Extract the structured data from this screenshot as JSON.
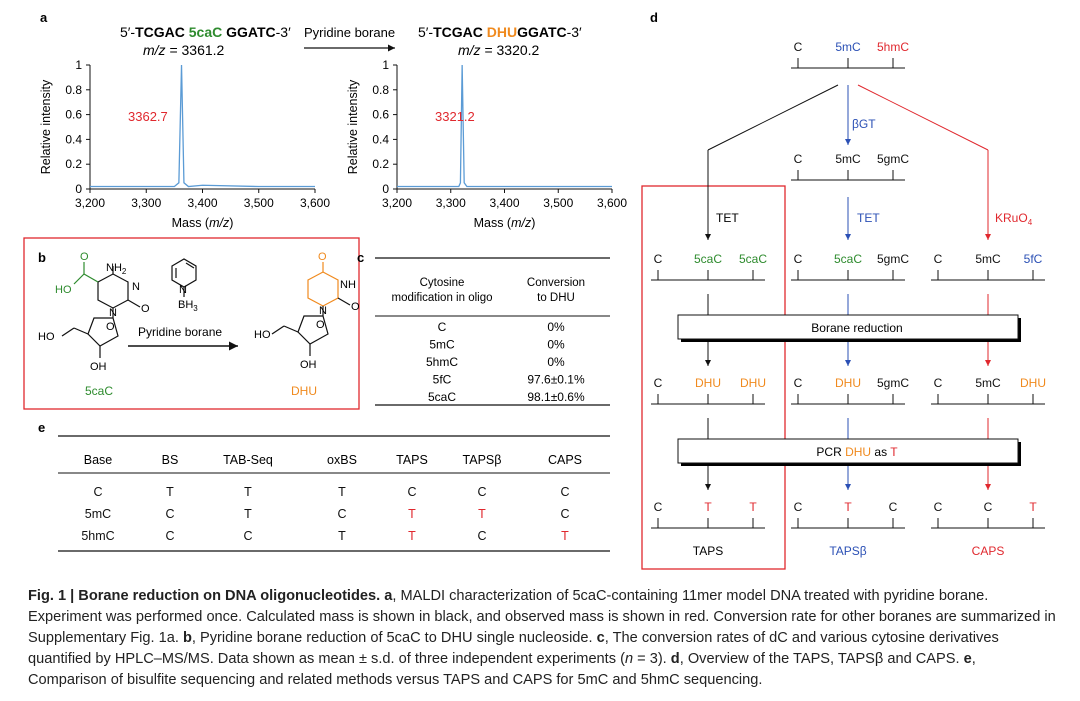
{
  "panel_a": {
    "label": "a",
    "left_seq": {
      "prefix": "5′-",
      "before": "TCGAC ",
      "highlight": "5caC",
      "after": " GGATC",
      "suffix": "-3′"
    },
    "left_mz_label": "m/z",
    "left_mz_value": " = 3361.2",
    "arrow_label": "Pyridine borane",
    "right_seq": {
      "prefix": "5′-",
      "before": "TCGAC ",
      "highlight": "DHU",
      "after": "GGATC",
      "suffix": "-3′"
    },
    "right_mz_label": "m/z",
    "right_mz_value": " = 3320.2",
    "colors": {
      "green": "#2e8b2e",
      "orange": "#f08a1e",
      "red": "#e0282e",
      "blue": "#2b50b5",
      "trace": "#5b9bd5"
    }
  },
  "chart_data": [
    {
      "type": "line",
      "xlabel": "Mass (m/z)",
      "ylabel": "Relative intensity",
      "xlim": [
        3200,
        3600
      ],
      "ylim": [
        0,
        1
      ],
      "xticks": [
        "3,200",
        "3,300",
        "3,400",
        "3,500",
        "3,600"
      ],
      "yticks": [
        "0",
        "0.2",
        "0.4",
        "0.6",
        "0.8",
        "1"
      ],
      "annotation": "3362.7",
      "series": [
        {
          "x": [
            3200,
            3300,
            3350,
            3358,
            3362.7,
            3367,
            3375,
            3400,
            3500,
            3600
          ],
          "y": [
            0.02,
            0.02,
            0.02,
            0.05,
            1.0,
            0.05,
            0.02,
            0.03,
            0.02,
            0.02
          ]
        }
      ]
    },
    {
      "type": "line",
      "xlabel": "Mass (m/z)",
      "ylabel": "Relative intensity",
      "xlim": [
        3200,
        3600
      ],
      "ylim": [
        0,
        1
      ],
      "xticks": [
        "3,200",
        "3,300",
        "3,400",
        "3,500",
        "3,600"
      ],
      "yticks": [
        "0",
        "0.2",
        "0.4",
        "0.6",
        "0.8",
        "1"
      ],
      "annotation": "3321.2",
      "series": [
        {
          "x": [
            3200,
            3300,
            3315,
            3318,
            3321.2,
            3325,
            3330,
            3400,
            3500,
            3600
          ],
          "y": [
            0.02,
            0.02,
            0.02,
            0.05,
            1.0,
            0.05,
            0.02,
            0.02,
            0.02,
            0.02
          ]
        }
      ]
    }
  ],
  "panel_b": {
    "label": "b",
    "nh2": "NH",
    "nh2_sub": "2",
    "ho_co": "HO",
    "o": "O",
    "n": "N",
    "ho": "HO",
    "oh": "OH",
    "nh": "NH",
    "bh3": "BH",
    "bh3_sub": "3",
    "reagent": "Pyridine borane",
    "left_name": "5caC",
    "right_name": "DHU"
  },
  "panel_c": {
    "label": "c",
    "headers": [
      "Cytosine\nmodification in oligo",
      "Conversion\nto DHU"
    ],
    "rows": [
      [
        "C",
        "0%"
      ],
      [
        "5mC",
        "0%"
      ],
      [
        "5hmC",
        "0%"
      ],
      [
        "5fC",
        "97.6±0.1%"
      ],
      [
        "5caC",
        "98.1±0.6%"
      ]
    ]
  },
  "panel_d": {
    "label": "d",
    "top": [
      "C",
      "5mC",
      "5hmC"
    ],
    "bgt_label": "βGT",
    "mid": [
      "C",
      "5mC",
      "5gmC"
    ],
    "tet_left": "TET",
    "tet_mid": "TET",
    "kruo4": "KRuO",
    "kruo4_sub": "4",
    "row1_taps": [
      "C",
      "5caC",
      "5caC"
    ],
    "row1_tapsb": [
      "C",
      "5caC",
      "5gmC"
    ],
    "row1_caps": [
      "C",
      "5mC",
      "5fC"
    ],
    "borane": "Borane reduction",
    "row2_taps": [
      "C",
      "DHU",
      "DHU"
    ],
    "row2_tapsb": [
      "C",
      "DHU",
      "5gmC"
    ],
    "row2_caps": [
      "C",
      "5mC",
      "DHU"
    ],
    "pcr_a": "PCR ",
    "pcr_b": "DHU",
    "pcr_c": " as ",
    "pcr_d": "T",
    "row3_taps": [
      "C",
      "T",
      "T"
    ],
    "row3_tapsb": [
      "C",
      "T",
      "C"
    ],
    "row3_caps": [
      "C",
      "C",
      "T"
    ],
    "names": [
      "TAPS",
      "TAPSβ",
      "CAPS"
    ]
  },
  "panel_e": {
    "label": "e",
    "headers": [
      "Base",
      "BS",
      "TAB-Seq",
      "oxBS",
      "TAPS",
      "TAPSβ",
      "CAPS"
    ],
    "rows": [
      [
        "C",
        "T",
        "T",
        "T",
        "C",
        "C",
        "C"
      ],
      [
        "5mC",
        "C",
        "T",
        "C",
        "T",
        "T",
        "C"
      ],
      [
        "5hmC",
        "C",
        "C",
        "T",
        "T",
        "C",
        "T"
      ]
    ],
    "red_cells": [
      [
        1,
        4
      ],
      [
        1,
        5
      ],
      [
        2,
        4
      ],
      [
        2,
        6
      ]
    ]
  },
  "caption": {
    "title": "Fig. 1 | Borane reduction on DNA oligonucleotides.",
    "a_label": " a",
    "a_text": ", MALDI characterization of 5caC-containing 11mer model DNA treated with pyridine borane. Experiment was performed once. Calculated mass is shown in black, and observed mass is shown in red. Conversion rate for other boranes are summarized in Supplementary Fig. 1a. ",
    "b_label": "b",
    "b_text": ", Pyridine borane reduction of 5caC to DHU single nucleoside. ",
    "c_label": "c",
    "c_text": ", The conversion rates of dC and various cytosine derivatives quantified by HPLC–MS/MS. Data shown as mean ± s.d. of three independent experiments (",
    "n_italic": "n",
    "c_text2": " = 3). ",
    "d_label": "d",
    "d_text": ", Overview of the TAPS, TAPSβ and CAPS. ",
    "e_label": "e",
    "e_text": ", Comparison of bisulfite sequencing and related methods versus TAPS and CAPS for 5mC and 5hmC sequencing."
  }
}
